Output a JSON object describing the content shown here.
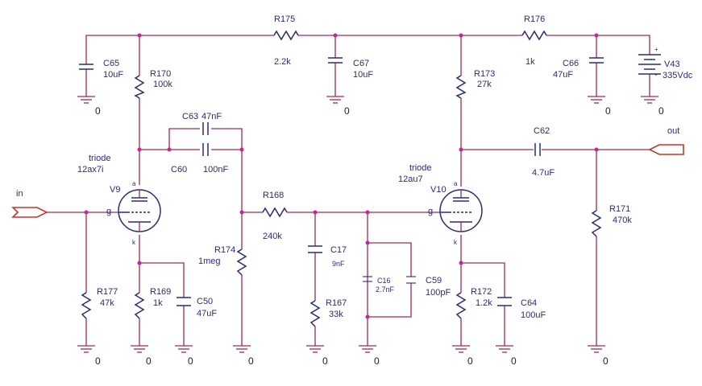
{
  "ports": {
    "input": "in",
    "output": "out"
  },
  "tubes": {
    "v9": {
      "ref": "V9",
      "type": "triode",
      "model": "12ax7i"
    },
    "v10": {
      "ref": "V10",
      "type": "triode",
      "model": "12au7"
    },
    "pins": {
      "plate": "a",
      "grid": "g",
      "cathode": "k"
    }
  },
  "resistors": {
    "r175": {
      "ref": "R175",
      "value": "2.2k"
    },
    "r176": {
      "ref": "R176",
      "value": "1k"
    },
    "r170": {
      "ref": "R170",
      "value": "100k"
    },
    "r173": {
      "ref": "R173",
      "value": "27k"
    },
    "r168": {
      "ref": "R168",
      "value": "240k"
    },
    "r174": {
      "ref": "R174",
      "value": "1meg"
    },
    "r177": {
      "ref": "R177",
      "value": "47k"
    },
    "r169": {
      "ref": "R169",
      "value": "1k"
    },
    "r167": {
      "ref": "R167",
      "value": "33k"
    },
    "r172": {
      "ref": "R172",
      "value": "1.2k"
    },
    "r171": {
      "ref": "R171",
      "value": "470k"
    }
  },
  "capacitors": {
    "c65": {
      "ref": "C65",
      "value": "10uF"
    },
    "c67": {
      "ref": "C67",
      "value": "10uF"
    },
    "c66": {
      "ref": "C66",
      "value": "47uF"
    },
    "c63": {
      "ref": "C63",
      "value": "47nF"
    },
    "c60": {
      "ref": "C60",
      "value": "100nF"
    },
    "c50": {
      "ref": "C50",
      "value": "47uF"
    },
    "c17": {
      "ref": "C17",
      "value": "9nF"
    },
    "c16": {
      "ref": "C16",
      "value": "2.7nF"
    },
    "c59": {
      "ref": "C59",
      "value": "100pF"
    },
    "c64": {
      "ref": "C64",
      "value": "100uF"
    },
    "c62": {
      "ref": "C62",
      "value": "4.7uF"
    }
  },
  "source": {
    "ref": "V43",
    "value": "335Vdc",
    "plus": "+",
    "minus": "-"
  },
  "ground_label": "0",
  "colors": {
    "wire": "#9c2a5c",
    "component": "#2a2a78",
    "junction": "#cc2299",
    "port": "#c0392b"
  }
}
